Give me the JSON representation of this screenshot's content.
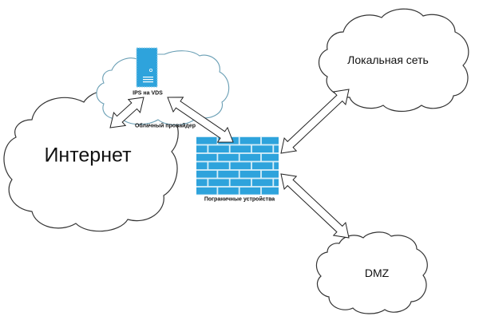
{
  "diagram": {
    "nodes": {
      "internet": {
        "label": "Интернет",
        "shape": "cloud"
      },
      "cloud_provider": {
        "label": "Облачный провайдер",
        "shape": "cloud",
        "stroke": "#6a9fb5"
      },
      "ips": {
        "label": "IPS на VDS",
        "shape": "server",
        "color": "#2ea3dc"
      },
      "firewall": {
        "label": "Пограничные устройства",
        "shape": "brick-wall",
        "color": "#2ea3dc"
      },
      "lan": {
        "label": "Локальная сеть",
        "shape": "cloud"
      },
      "dmz": {
        "label": "DMZ",
        "shape": "cloud"
      }
    },
    "edges": [
      {
        "from": "internet",
        "to": "cloud_provider",
        "type": "double-arrow"
      },
      {
        "from": "ips",
        "to": "firewall",
        "type": "double-arrow"
      },
      {
        "from": "firewall",
        "to": "lan",
        "type": "double-arrow"
      },
      {
        "from": "firewall",
        "to": "dmz",
        "type": "double-arrow"
      }
    ]
  }
}
